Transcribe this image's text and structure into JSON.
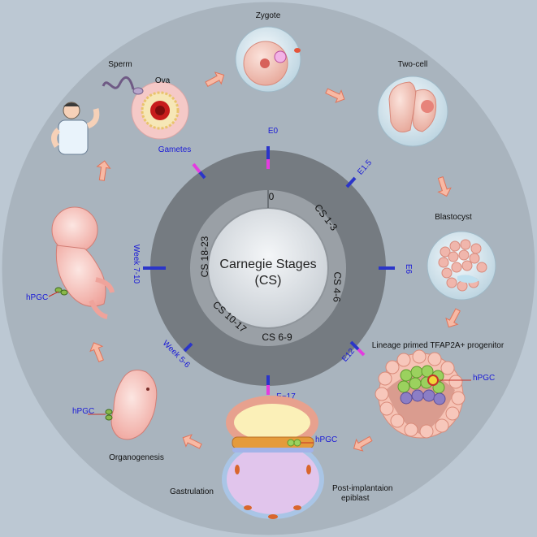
{
  "center": {
    "line1": "Carnegie Stages",
    "line2": "(CS)"
  },
  "cs_ring": [
    "0",
    "CS 1-3",
    "CS 4-6",
    "CS 6-9",
    "CS 10-17",
    "CS 18-23"
  ],
  "time_ticks": [
    "E0",
    "E1.5",
    "E6",
    "E12",
    "E~17",
    "Week 5-6",
    "Week 7-10",
    "Gametes"
  ],
  "stages": {
    "sperm": "Sperm",
    "ova": "Ova",
    "zygote": "Zygote",
    "two_cell": "Two-cell",
    "blastocyst": "Blastocyst",
    "lineage": "Lineage primed TFAP2A+ progenitor",
    "post_implantation_1": "Post-implantaion",
    "post_implantation_2": "epiblast",
    "gastrulation": "Gastrulation",
    "organogenesis": "Organogenesis"
  },
  "hpgc": "hPGC",
  "colors": {
    "tick_blue": "#2b35c9",
    "tick_magenta": "#e43be0",
    "label_blue": "#1a1ad6",
    "arrow_fill": "#f7b9a4",
    "arrow_stroke": "#e2745a"
  }
}
